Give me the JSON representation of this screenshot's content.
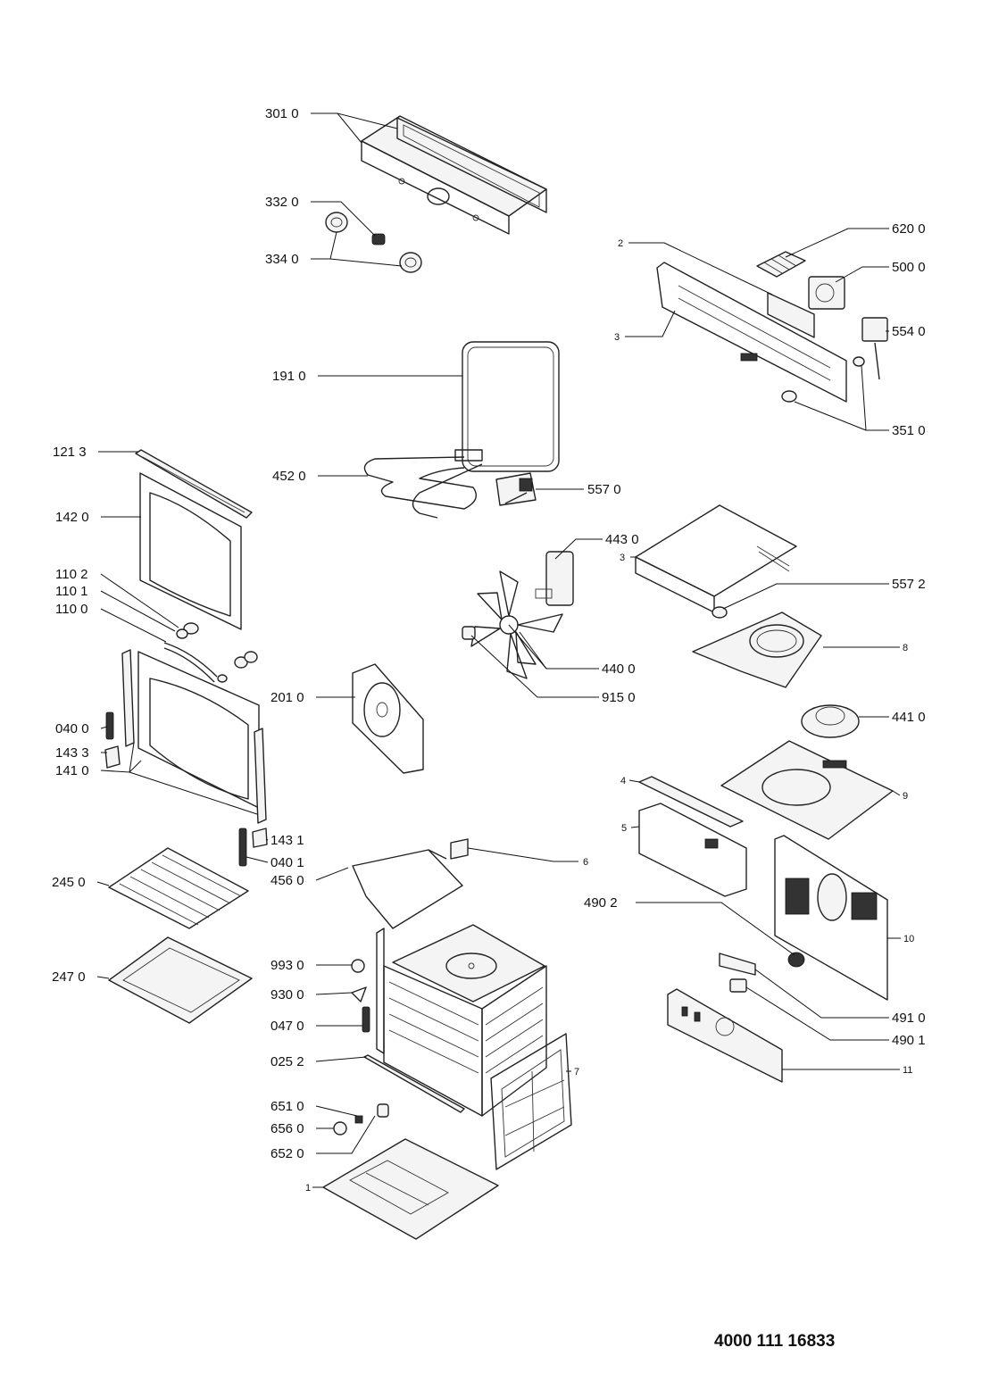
{
  "document_number": "4000 111 16833",
  "callouts": [
    {
      "id": "c3010",
      "text": "301 0"
    },
    {
      "id": "c3320",
      "text": "332 0"
    },
    {
      "id": "c3340",
      "text": "334 0"
    },
    {
      "id": "c1910",
      "text": "191 0"
    },
    {
      "id": "c4520",
      "text": "452 0"
    },
    {
      "id": "c5570",
      "text": "557 0"
    },
    {
      "id": "c1213",
      "text": "121 3"
    },
    {
      "id": "c1420",
      "text": "142 0"
    },
    {
      "id": "c1102",
      "text": "110 2"
    },
    {
      "id": "c1101",
      "text": "110 1"
    },
    {
      "id": "c1100",
      "text": "110 0"
    },
    {
      "id": "c0400",
      "text": "040 0"
    },
    {
      "id": "c1433",
      "text": "143 3"
    },
    {
      "id": "c1410",
      "text": "141 0"
    },
    {
      "id": "c2010",
      "text": "201 0"
    },
    {
      "id": "c4430",
      "text": "443 0"
    },
    {
      "id": "c4400",
      "text": "440 0"
    },
    {
      "id": "c9150",
      "text": "915 0"
    },
    {
      "id": "c1431",
      "text": "143 1"
    },
    {
      "id": "c0401",
      "text": "040 1"
    },
    {
      "id": "c2450",
      "text": "245 0"
    },
    {
      "id": "c4560",
      "text": "456 0"
    },
    {
      "id": "c2470",
      "text": "247 0"
    },
    {
      "id": "c9930",
      "text": "993 0"
    },
    {
      "id": "c9300",
      "text": "930 0"
    },
    {
      "id": "c0470",
      "text": "047 0"
    },
    {
      "id": "c0252",
      "text": "025 2"
    },
    {
      "id": "c6510",
      "text": "651 0"
    },
    {
      "id": "c6560",
      "text": "656 0"
    },
    {
      "id": "c6520",
      "text": "652 0"
    },
    {
      "id": "c1",
      "text": "1"
    },
    {
      "id": "c6",
      "text": "6"
    },
    {
      "id": "c7",
      "text": "7"
    },
    {
      "id": "c2",
      "text": "2"
    },
    {
      "id": "c3a",
      "text": "3"
    },
    {
      "id": "c3b",
      "text": "3"
    },
    {
      "id": "c6200",
      "text": "620 0"
    },
    {
      "id": "c5000",
      "text": "500 0"
    },
    {
      "id": "c5540",
      "text": "554 0"
    },
    {
      "id": "c3510",
      "text": "351 0"
    },
    {
      "id": "c5572",
      "text": "557 2"
    },
    {
      "id": "c8",
      "text": "8"
    },
    {
      "id": "c4410",
      "text": "441 0"
    },
    {
      "id": "c4",
      "text": "4"
    },
    {
      "id": "c9",
      "text": "9"
    },
    {
      "id": "c5",
      "text": "5"
    },
    {
      "id": "c10",
      "text": "10"
    },
    {
      "id": "c4902",
      "text": "490 2"
    },
    {
      "id": "c4910",
      "text": "491 0"
    },
    {
      "id": "c4901",
      "text": "490 1"
    },
    {
      "id": "c11",
      "text": "11"
    }
  ]
}
